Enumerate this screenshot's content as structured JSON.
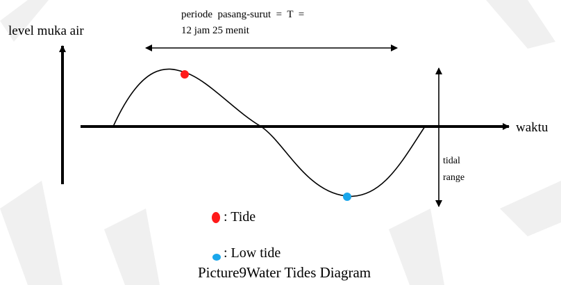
{
  "labels": {
    "y_axis": "level muka air",
    "x_axis": "waktu",
    "period_line1": "periode  pasang-surut  =  T  =",
    "period_line2": "12 jam 25 menit",
    "range_line1": "tidal",
    "range_line2": "range"
  },
  "legend": {
    "high_text": ": Tide",
    "low_text": ": Low tide"
  },
  "caption": "Picture9Water Tides Diagram",
  "colors": {
    "high_tide_marker": "#ff1a1a",
    "low_tide_marker": "#1aa7ec",
    "stroke": "#000000",
    "watermark": "#eeeeee"
  }
}
